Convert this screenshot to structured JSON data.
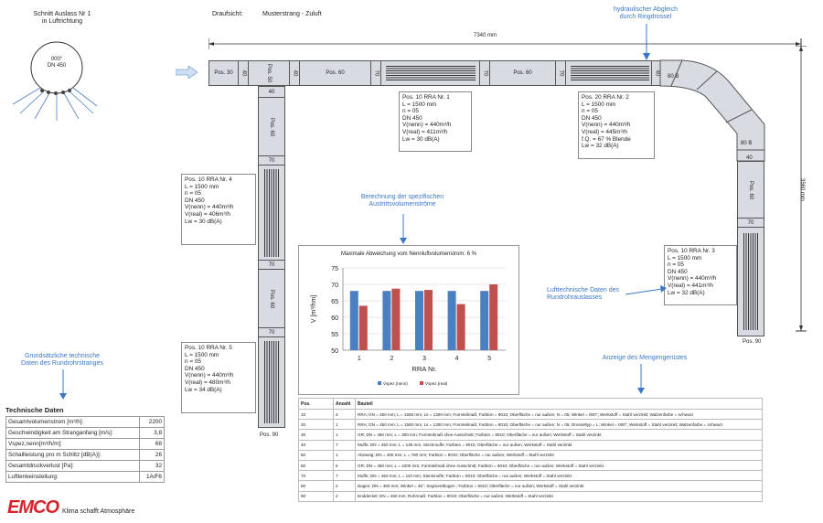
{
  "section": {
    "title": "Schnitt Auslass Nr 1",
    "subtitle": "in Luftrichtung",
    "angle": "000°",
    "dn": "DN 450"
  },
  "header": {
    "draufsicht": "Draufsicht:",
    "strang": "Musterstrang - Zuluft"
  },
  "annotations": {
    "abgleich_1": "hydraulischer Abgleich",
    "abgleich_2": "durch Ringdrossel",
    "berechnung_1": "Berechnung der spezifischen",
    "berechnung_2": "Austrittsvolumenströme",
    "luft_1": "Lufttechnische Daten des",
    "luft_2": "Rundrohrauslasses",
    "anzeige": "Anzeige des Mengengerüstes",
    "grund_1": "Grundsätzliche technische",
    "grund_2": "Daten des Rundrohrstranges"
  },
  "dimensions": {
    "width": "7340 mm",
    "height": "3560 mm"
  },
  "duct": {
    "h_segments": [
      {
        "label": "Pos. 30"
      },
      {
        "label": "40"
      },
      {
        "label": "Pos. 50"
      },
      {
        "label": "40"
      },
      {
        "label": "Pos. 60"
      },
      {
        "label": "70"
      },
      {
        "label": ""
      },
      {
        "label": "70"
      },
      {
        "label": "Pos. 60"
      },
      {
        "label": "70"
      },
      {
        "label": ""
      },
      {
        "label": "40"
      }
    ],
    "v_left": [
      {
        "label": "40"
      },
      {
        "label": "Pos. 60"
      },
      {
        "label": "70"
      },
      {
        "label": ""
      },
      {
        "label": "70"
      },
      {
        "label": "Pos. 60"
      },
      {
        "label": "70"
      },
      {
        "label": ""
      }
    ],
    "v_left_end": "Pos. 90",
    "bend": [
      {
        "label": "80 B"
      },
      {
        "label": "80 B"
      },
      {
        "label": "40"
      }
    ],
    "v_right": [
      {
        "label": "Pos. 60"
      },
      {
        "label": "70"
      },
      {
        "label": ""
      }
    ],
    "v_right_end": "Pos. 90"
  },
  "infoboxes": [
    {
      "lines": [
        "Pos. 10 RRA Nr. 1",
        "L = 1500 mm",
        "n = 05",
        "DN 450",
        "V(nenn) = 440m³/h",
        "V(real) = 411m³/h",
        "Lw = 30 dB(A)"
      ]
    },
    {
      "lines": [
        "Pos. 20 RRA Nr. 2",
        "L = 1500 mm",
        "n = 05",
        "DN 450",
        "V(nenn) = 440m³/h",
        "V(real) = 445m³/h",
        "f.Q. = 67 % Blende",
        "Lw = 32 dB(A)"
      ]
    },
    {
      "lines": [
        "Pos. 10 RRA Nr. 4",
        "L = 1500 mm",
        "n = 05",
        "DN 450",
        "V(nenn) = 440m³/h",
        "V(real) = 406m³/h",
        "Lw = 30 dB(A)"
      ]
    },
    {
      "lines": [
        "Pos. 10 RRA Nr. 5",
        "L = 1500 mm",
        "n = 05",
        "DN 450",
        "V(nenn) = 440m³/h",
        "V(real) = 480m³/h",
        "Lw = 34 dB(A)"
      ]
    },
    {
      "lines": [
        "Pos. 10 RRA Nr. 3",
        "L = 1500 mm",
        "n = 05",
        "DN 450",
        "V(nenn) = 440m³/h",
        "V(real) = 441m³/h",
        "Lw = 32 dB(A)"
      ]
    }
  ],
  "chart_data": {
    "type": "bar",
    "title": "Maximale Abweichung vom Nennluftvolumenstrom: 6 %",
    "categories": [
      "1",
      "2",
      "3",
      "4",
      "5"
    ],
    "series": [
      {
        "name": "V̇spez.(nenn)",
        "values": [
          68,
          68,
          68,
          68,
          68
        ],
        "color": "#4a7fc1"
      },
      {
        "name": "V̇spez.(real)",
        "values": [
          63.5,
          68.7,
          68.3,
          64,
          70
        ],
        "color": "#c0504d"
      }
    ],
    "ylim": [
      50,
      75
    ],
    "yticks": [
      "50",
      "55",
      "60",
      "65",
      "70",
      "75"
    ],
    "xlabel": "RRA Nr.",
    "ylabel": "V [m³/hm]",
    "grid": true,
    "legend": "bottom"
  },
  "tech": {
    "title": "Technische Daten",
    "rows": [
      {
        "label": "Gesamtvolumenstrom [m³/h]:",
        "value": "2200"
      },
      {
        "label": "Geschwindigkeit am Stranganfang [m/s]:",
        "value": "3,8"
      },
      {
        "label": "Vspez,nenn[m³/h/m]:",
        "value": "68"
      },
      {
        "label": "Schallleistung pro m Schlitz [dB(A)]:",
        "value": "26"
      },
      {
        "label": "Gesamtdruckverlust [Pa]:",
        "value": "32"
      },
      {
        "label": "Luftlenkeinstellung:",
        "value": "1A/F6"
      }
    ]
  },
  "positions": {
    "headers": [
      "Pos.",
      "Anzahl",
      "Bauteil"
    ],
    "rows": [
      {
        "pos": "10",
        "n": "4",
        "desc": "RRA; DN = 450 mm; L = 1500 mm; Ls = 1300 mm; Formteilmaß; Farbton = 9010; Oberfläche = nur außen; N = 05; Winkel = 000°; Werkstoff = Stahl verzinkt; Walzenfarbe = schwarz"
      },
      {
        "pos": "20",
        "n": "1",
        "desc": "RRA; DN = 450 mm; L = 1500 mm; Ls = 1300 mm; Formteilmaß; Farbton = 9010; Oberfläche = nur außen; N = 05; Drosseltyp = L; Winkel = 000°; Werkstoff = Stahl verzinkt; Walzenfarbe = schwarz"
      },
      {
        "pos": "30",
        "n": "1",
        "desc": "GR; DN = 450 mm; L = 300 mm; Formteilmaß ohne Ausschnitt; Farbton = 9010; Oberfläche = nur außen; Werkstoff = Stahl verzinkt"
      },
      {
        "pos": "40",
        "n": "7",
        "desc": "Muffe; DN = 450 mm; L = 135 mm; Steckmuffe; Farbton = 9010; Oberfläche = nur außen; Werkstoff = Stahl verzinkt"
      },
      {
        "pos": "50",
        "n": "1",
        "desc": "Abzweig; DN = 450 mm; L = 780 mm; Farbton = 9010; Oberfläche = nur außen; Werkstoff = Stahl verzinkt"
      },
      {
        "pos": "60",
        "n": "6",
        "desc": "GR; DN = 450 mm; L = 1000 mm; Formteilmaß ohne Ausschnitt; Farbton = 9010; Oberfläche = nur außen; Werkstoff = Stahl verzinkt"
      },
      {
        "pos": "70",
        "n": "7",
        "desc": "Muffe; DN = 450 mm; L = 110 mm; Steckmuffe; Farbton = 9010; Oberfläche = nur außen; Werkstoff = Stahl verzinkt"
      },
      {
        "pos": "80",
        "n": "2",
        "desc": "Bogen; DN = 450 mm; Winkel = 45°; Segmentbogen ; Farbton = 9010; Oberfläche = nur außen; Werkstoff = Stahl verzinkt"
      },
      {
        "pos": "90",
        "n": "2",
        "desc": "Enddeckel; DN = 450 mm; Rohrmaß; Farbton = 9010; Oberfläche = nur außen; Werkstoff = Stahl verzinkt"
      }
    ]
  },
  "footer": {
    "logo": "EMCO",
    "slogan": "Klima schafft Atmosphäre"
  }
}
